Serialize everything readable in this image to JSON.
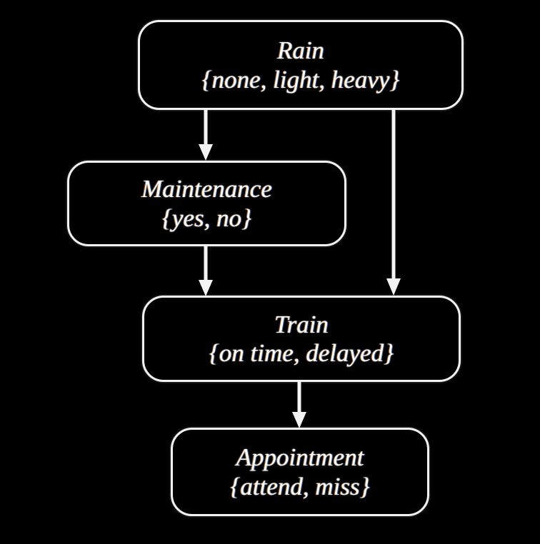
{
  "diagram": {
    "type": "bayesian-network",
    "background_color": "#000000",
    "node_border_color": "#f2f2f2",
    "text_color": "#ffffff",
    "edge_color": "#f4f4f4",
    "nodes": [
      {
        "id": "rain",
        "name": "Rain",
        "states_text": "{none, light, heavy}",
        "states": [
          "none",
          "light",
          "heavy"
        ]
      },
      {
        "id": "maintenance",
        "name": "Maintenance",
        "states_text": "{yes, no}",
        "states": [
          "yes",
          "no"
        ]
      },
      {
        "id": "train",
        "name": "Train",
        "states_text": "{on time, delayed}",
        "states": [
          "on time",
          "delayed"
        ]
      },
      {
        "id": "appointment",
        "name": "Appointment",
        "states_text": "{attend, miss}",
        "states": [
          "attend",
          "miss"
        ]
      }
    ],
    "edges": [
      {
        "id": "rain-to-maintenance",
        "from": "rain",
        "to": "maintenance"
      },
      {
        "id": "rain-to-train",
        "from": "rain",
        "to": "train"
      },
      {
        "id": "maintenance-to-train",
        "from": "maintenance",
        "to": "train"
      },
      {
        "id": "train-to-appointment",
        "from": "train",
        "to": "appointment"
      }
    ]
  }
}
